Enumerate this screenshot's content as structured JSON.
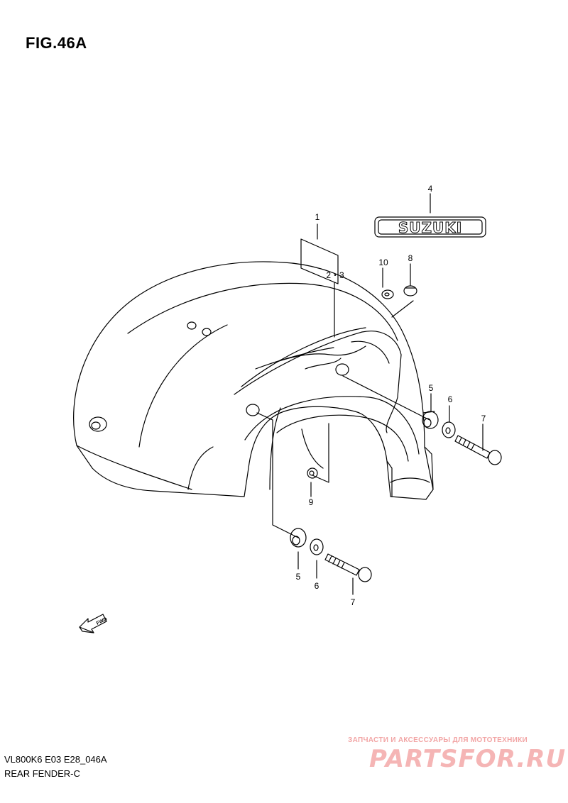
{
  "figure": {
    "title": "FIG.46A"
  },
  "emblem": {
    "text": "SUZUKI"
  },
  "fwd_arrow": {
    "text": "FWD"
  },
  "callouts": {
    "c1": "1",
    "c23": "2・3",
    "c4": "4",
    "c5a": "5",
    "c5b": "5",
    "c6a": "6",
    "c6b": "6",
    "c7a": "7",
    "c7b": "7",
    "c8": "8",
    "c9": "9",
    "c10": "10"
  },
  "footer": {
    "code": "VL800K6 E03 E28_046A",
    "name": "REAR FENDER-C"
  },
  "watermark": {
    "tagline": "ЗАПЧАСТИ И АКСЕССУАРЫ ДЛЯ МОТОТЕХНИКИ",
    "logo": "PARTSFOR.RU"
  },
  "colors": {
    "line": "#000000",
    "watermark": "#f5b5b5"
  }
}
